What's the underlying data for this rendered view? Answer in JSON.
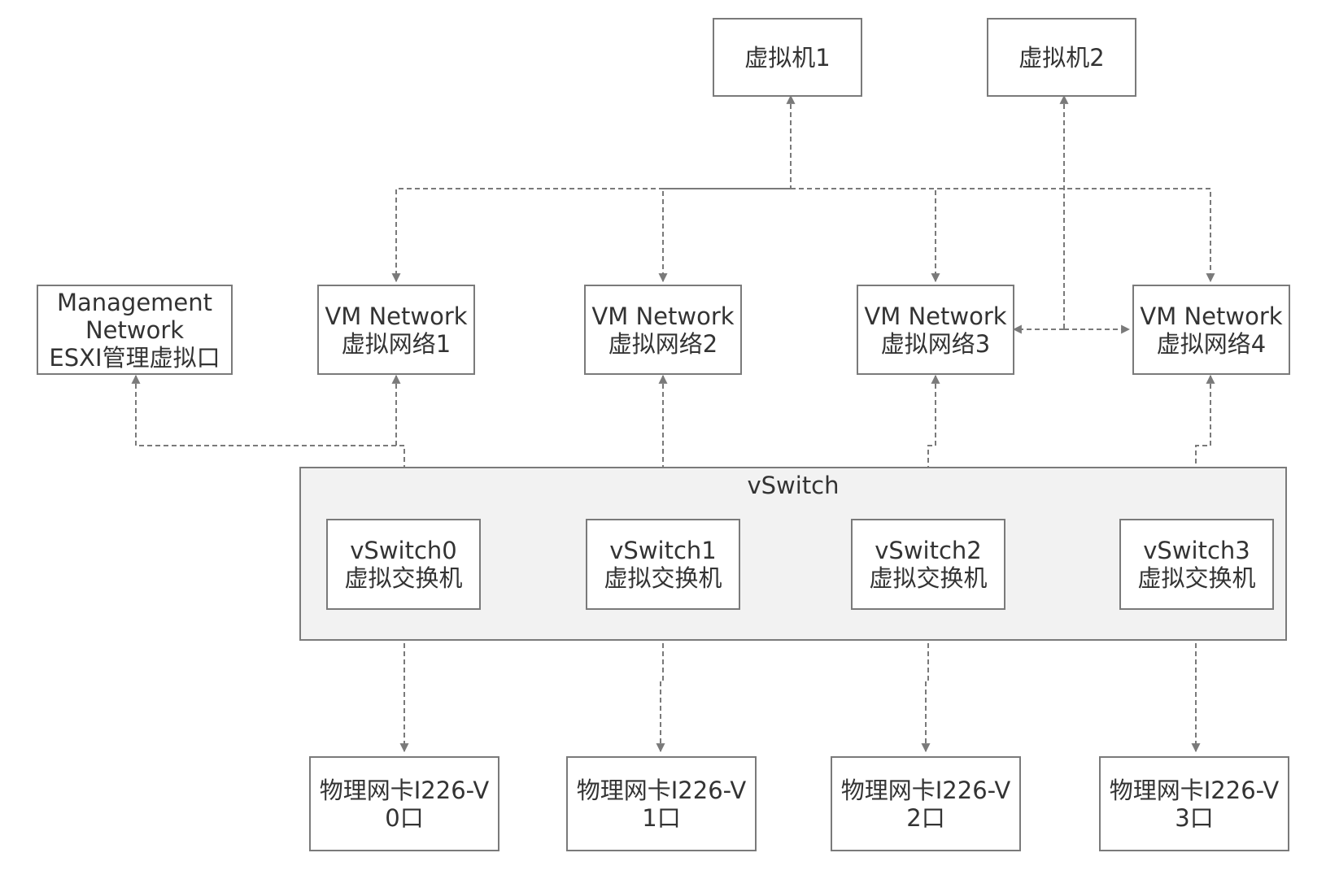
{
  "vms": [
    {
      "label": "虚拟机1"
    },
    {
      "label": "虚拟机2"
    }
  ],
  "management": {
    "lines": [
      "Management",
      "Network",
      "ESXI管理虚拟口"
    ]
  },
  "networks": [
    {
      "line1": "VM Network",
      "line2": "虚拟网络1"
    },
    {
      "line1": "VM Network",
      "line2": "虚拟网络2"
    },
    {
      "line1": "VM Network",
      "line2": "虚拟网络3"
    },
    {
      "line1": "VM Network",
      "line2": "虚拟网络4"
    }
  ],
  "vswitch_group": {
    "title": "vSwitch"
  },
  "switches": [
    {
      "line1": "vSwitch0",
      "line2": "虚拟交换机"
    },
    {
      "line1": "vSwitch1",
      "line2": "虚拟交换机"
    },
    {
      "line1": "vSwitch2",
      "line2": "虚拟交换机"
    },
    {
      "line1": "vSwitch3",
      "line2": "虚拟交换机"
    }
  ],
  "nics": [
    {
      "line1": "物理网卡I226-V",
      "line2": "0口"
    },
    {
      "line1": "物理网卡I226-V",
      "line2": "1口"
    },
    {
      "line1": "物理网卡I226-V",
      "line2": "2口"
    },
    {
      "line1": "物理网卡I226-V",
      "line2": "3口"
    }
  ],
  "colors": {
    "stroke": "#7a7a7a",
    "group_fill": "#f2f2f2",
    "text": "#333333"
  }
}
